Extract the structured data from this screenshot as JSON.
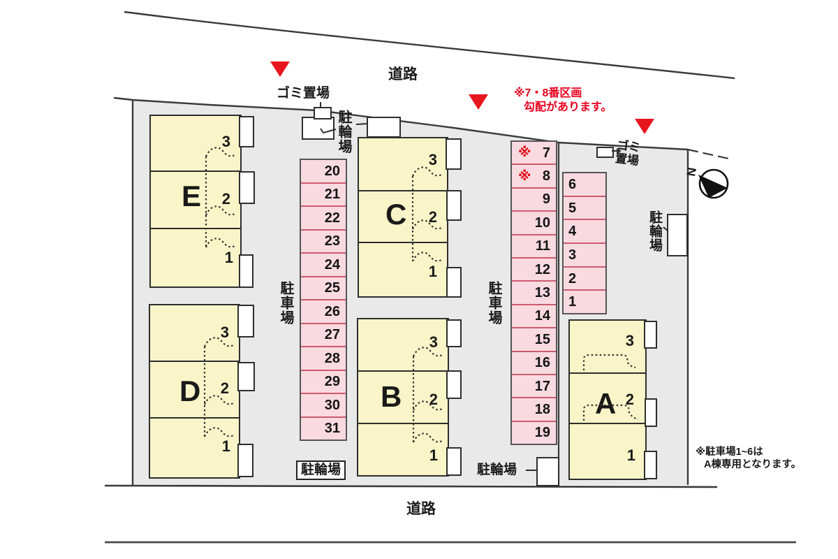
{
  "site": {
    "road_top_label": "道路",
    "road_bottom_label": "道路",
    "compass_label": "N"
  },
  "notes": {
    "slope_line1": "※7・8番区画",
    "slope_line2": "勾配があります。",
    "reserved_line1": "※駐車場1~6は",
    "reserved_line2": "A棟専用となります。"
  },
  "facilities": {
    "garbage_top": "ゴミ置場",
    "garbage_right_l1": "ゴミ",
    "garbage_right_l2": "置場",
    "bike_top": "駐輪場",
    "bike_right": "駐輪場",
    "bike_bottom_left": "駐輪場",
    "bike_bottom_right": "駐輪場"
  },
  "parking": {
    "left_label": "駐車場",
    "mid_label": "駐車場",
    "col_left": [
      "20",
      "21",
      "22",
      "23",
      "24",
      "25",
      "26",
      "27",
      "28",
      "29",
      "30",
      "31"
    ],
    "col_mid": [
      {
        "star": "※",
        "no": "7"
      },
      {
        "star": "※",
        "no": "8"
      },
      {
        "no": "9"
      },
      {
        "no": "10"
      },
      {
        "no": "11"
      },
      {
        "no": "12"
      },
      {
        "no": "13"
      },
      {
        "no": "14"
      },
      {
        "no": "15"
      },
      {
        "no": "16"
      },
      {
        "no": "17"
      },
      {
        "no": "18"
      },
      {
        "no": "19"
      }
    ],
    "col_right": [
      "6",
      "5",
      "4",
      "3",
      "2",
      "1"
    ]
  },
  "buildings": {
    "A": {
      "label": "A",
      "rooms": [
        "3",
        "2",
        "1"
      ]
    },
    "B": {
      "label": "B",
      "rooms": [
        "3",
        "2",
        "1"
      ]
    },
    "C": {
      "label": "C",
      "rooms": [
        "3",
        "2",
        "1"
      ]
    },
    "D": {
      "label": "D",
      "rooms": [
        "3",
        "2",
        "1"
      ]
    },
    "E": {
      "label": "E",
      "rooms": [
        "3",
        "2",
        "1"
      ]
    }
  },
  "colors": {
    "building_fill": "#faf5c8",
    "parking_fill": "#f9dae1",
    "parking_divider": "#cc5b6f",
    "site_fill": "#e9e9e9",
    "accent_red": "#e8161e",
    "line": "#3a3a3a"
  }
}
